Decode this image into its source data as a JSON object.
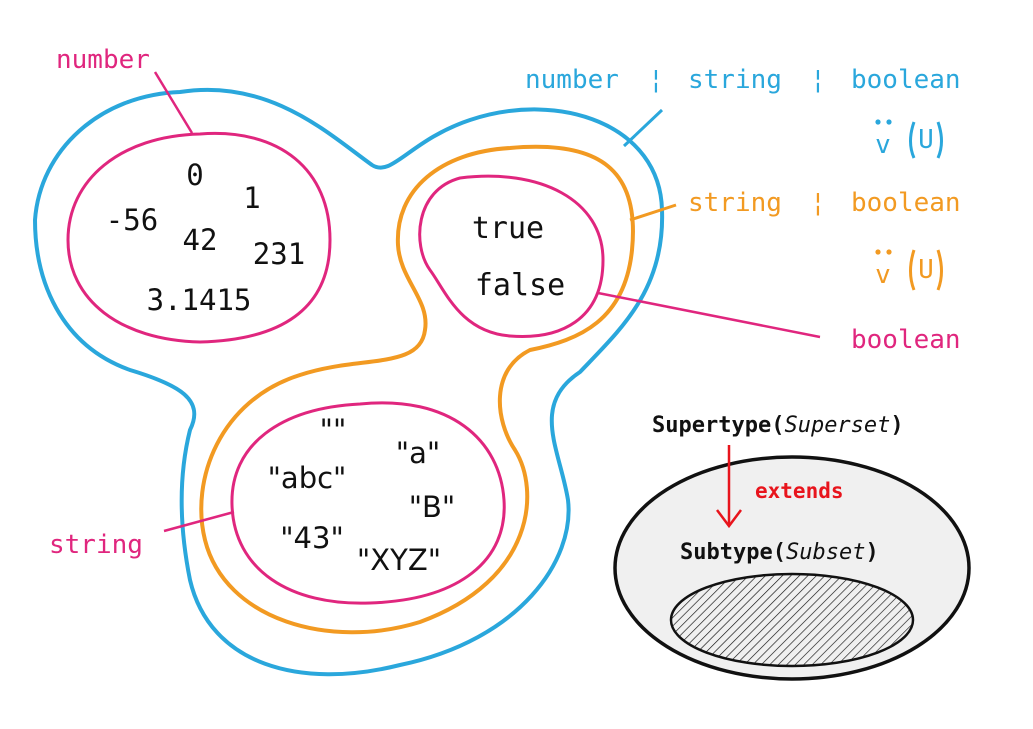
{
  "colors": {
    "pink": "#e0267e",
    "blue": "#2aa7dc",
    "orange": "#f29a22",
    "black": "#111111",
    "red": "#e8141c",
    "ellipse_fill": "#f0f0f0"
  },
  "labels": {
    "number": "number",
    "string": "string",
    "boolean": "boolean",
    "union_all": {
      "t1": "number",
      "sep1": "¦",
      "t2": "string",
      "sep2": "¦",
      "t3": "boolean"
    },
    "union_sb": {
      "t1": "string",
      "sep": "¦",
      "t2": "boolean"
    },
    "or_symbol": "v",
    "union_symbol": "U"
  },
  "number_values": [
    "0",
    "1",
    "-56",
    "42",
    "231",
    "3.1415"
  ],
  "string_values": [
    "\"\"",
    "\"a\"",
    "\"abc\"",
    "\"B\"",
    "\"43\"",
    "\"XYZ\""
  ],
  "boolean_values": [
    "true",
    "false"
  ],
  "legend": {
    "supertype": "Supertype(",
    "superset": "Superset",
    "close1": ")",
    "extends": "extends",
    "subtype": "Subtype(",
    "subset": "Subset",
    "close2": ")"
  }
}
